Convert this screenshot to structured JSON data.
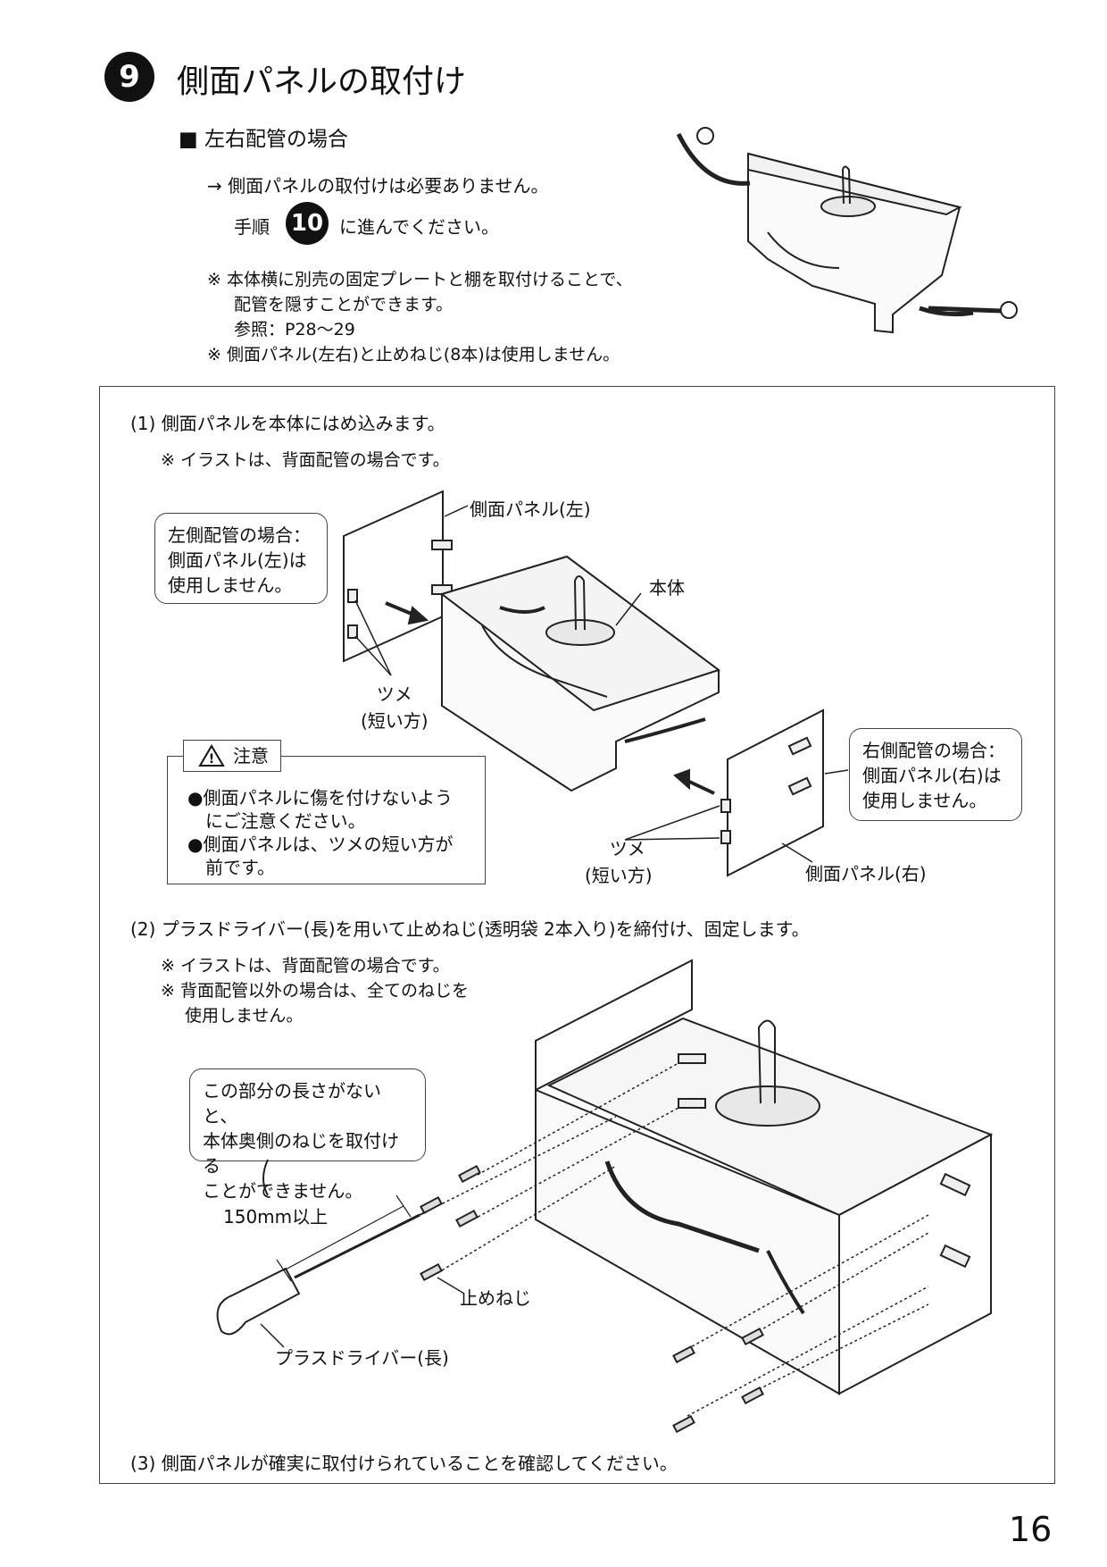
{
  "header": {
    "step_number": "9",
    "title": "側面パネルの取付け"
  },
  "lr_section": {
    "heading": "■ 左右配管の場合",
    "line1": "→ 側面パネルの取付けは必要ありません。",
    "procedure_prefix": "手順",
    "procedure_step": "10",
    "procedure_suffix": "に進んでください。",
    "note1_line1": "※ 本体横に別売の固定プレートと棚を取付けることで、",
    "note1_line2": "配管を隠すことができます。",
    "note1_line3": "参照：P28～29",
    "note2": "※ 側面パネル(左右)と止めねじ(8本)は使用しません。"
  },
  "step1": {
    "instruction": "(1) 側面パネルを本体にはめ込みます。",
    "note": "※ イラストは、背面配管の場合です。",
    "left_bubble": [
      "左側配管の場合：",
      "側面パネル(左)は",
      "使用しません。"
    ],
    "label_left_panel": "側面パネル(左)",
    "label_body": "本体",
    "label_tab_left": [
      "ツメ",
      "(短い方)"
    ],
    "right_bubble": [
      "右側配管の場合：",
      "側面パネル(右)は",
      "使用しません。"
    ],
    "label_tab_right": [
      "ツメ",
      "(短い方)"
    ],
    "label_right_panel": "側面パネル(右)",
    "caution_title": "注意",
    "caution_items": [
      [
        "●側面パネルに傷を付けないよう",
        "　にご注意ください。"
      ],
      [
        "●側面パネルは、ツメの短い方が",
        "　前です。"
      ]
    ]
  },
  "step2": {
    "instruction": "(2) プラスドライバー(長)を用いて止めねじ(透明袋 2本入り)を締付け、固定します。",
    "note1": "※ イラストは、背面配管の場合です。",
    "note2_line1": "※ 背面配管以外の場合は、全てのねじを",
    "note2_line2": "使用しません。",
    "bubble": [
      "この部分の長さがないと、",
      "本体奥側のねじを取付ける",
      "ことができません。"
    ],
    "label_length": "150mm以上",
    "label_screw": "止めねじ",
    "label_driver": "プラスドライバー(長)"
  },
  "step3": {
    "instruction": "(3) 側面パネルが確実に取付けられていることを確認してください。"
  },
  "page_number": "16"
}
